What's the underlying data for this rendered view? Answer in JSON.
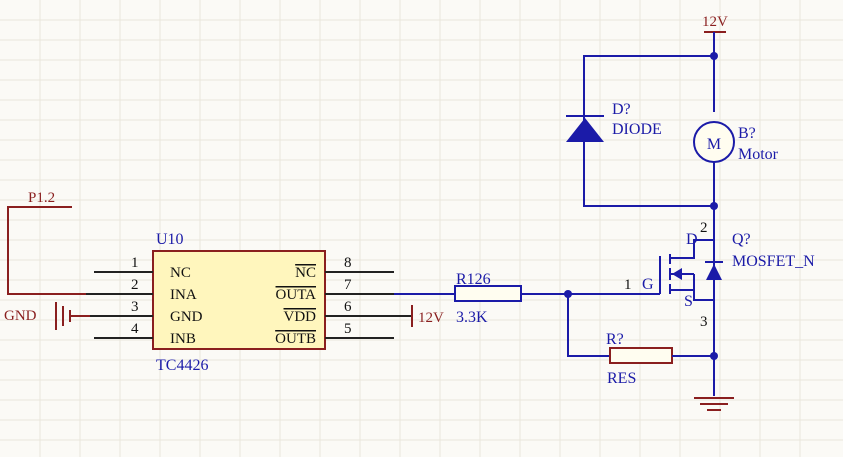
{
  "power": {
    "vcc_top": "12V",
    "vcc_driver": "12V"
  },
  "input": {
    "net": "P1.2",
    "gnd": "GND"
  },
  "driver": {
    "designator": "U10",
    "part": "TC4426",
    "left_pins": [
      {
        "num": "1",
        "name": "NC"
      },
      {
        "num": "2",
        "name": "INA"
      },
      {
        "num": "3",
        "name": "GND"
      },
      {
        "num": "4",
        "name": "INB"
      }
    ],
    "right_pins": [
      {
        "num": "8",
        "name": "NC"
      },
      {
        "num": "7",
        "name": "OUTA"
      },
      {
        "num": "6",
        "name": "VDD"
      },
      {
        "num": "5",
        "name": "OUTB"
      }
    ]
  },
  "gate_resistor": {
    "designator": "R126",
    "value": "3.3K"
  },
  "pulldown": {
    "designator": "R?",
    "value": "RES"
  },
  "diode": {
    "designator": "D?",
    "value": "DIODE"
  },
  "motor": {
    "designator": "B?",
    "value": "Motor",
    "symbol": "M"
  },
  "mosfet": {
    "designator": "Q?",
    "value": "MOSFET_N",
    "pin_d": "D",
    "pin_g": "G",
    "pin_s": "S",
    "pin1": "1",
    "pin2": "2",
    "pin3": "3"
  }
}
